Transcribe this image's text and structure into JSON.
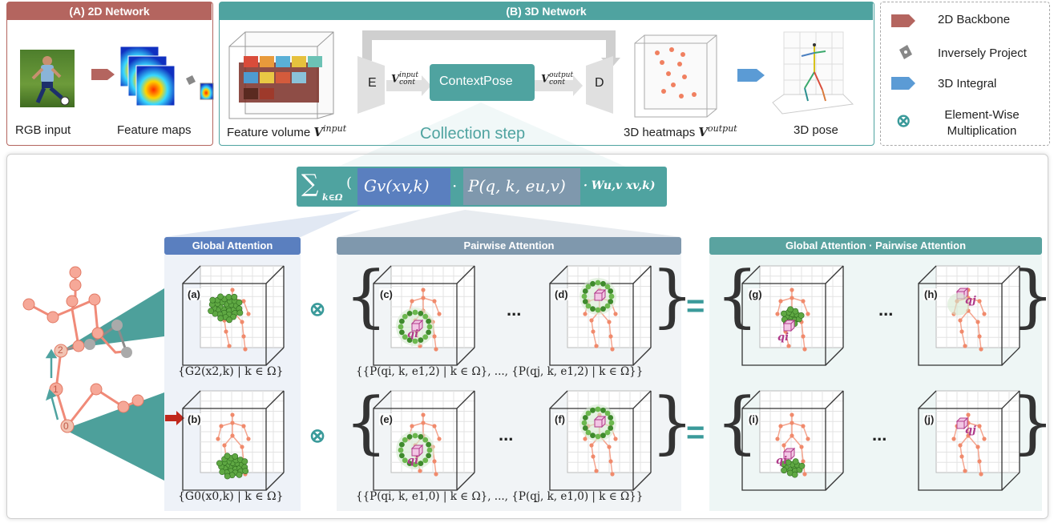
{
  "panels": {
    "a_title": "(A) 2D Network",
    "b_title": "(B) 3D Network"
  },
  "network2d": {
    "rgb_label": "RGB input",
    "feature_label": "Feature maps"
  },
  "network3d": {
    "volume_label": "Feature volume ",
    "volume_var": "V",
    "volume_sup": "input",
    "encoder": "E",
    "decoder": "D",
    "context_pose": "ContextPose",
    "v_in": "V",
    "v_in_sup": "input",
    "v_in_sub": "cont",
    "v_out": "V",
    "v_out_sup": "output",
    "v_out_sub": "cont",
    "heatmap_label": "3D heatmaps ",
    "heatmap_var": "V",
    "heatmap_sup": "output",
    "pose_label": "3D pose",
    "collection_step": "Collection step"
  },
  "legend": {
    "items": [
      {
        "label": "2D Backbone",
        "icon": "backbone-arrow-icon"
      },
      {
        "label": "Inversely Project",
        "icon": "inverse-project-icon"
      },
      {
        "label": "3D Integral",
        "icon": "integral-arrow-icon"
      },
      {
        "label": "Element-Wise Multiplication",
        "icon": "otimes-icon"
      }
    ],
    "colors": {
      "backbone": "#b4655f",
      "integral": "#5b9bd5",
      "otimes": "#3a9a9a"
    }
  },
  "formula": {
    "sum": "∑",
    "sum_sub": "k∈Ω",
    "open": "(",
    "g_term": "Gv(xv,k)",
    "dot1": "·",
    "p_term": "P(q, k, eu,v)",
    "w_term": "· Wu,v xv,k)"
  },
  "sections": {
    "global": "Global Attention",
    "pairwise": "Pairwise Attention",
    "combined": "Global Attention · Pairwise Attention"
  },
  "colors": {
    "global": "#5a7fbf",
    "pairwise": "#7f98ad",
    "combined": "#5aa3a0",
    "teal": "#4fa3a0"
  },
  "skeleton": {
    "joint0": "0",
    "joint1": "1",
    "joint2": "2"
  },
  "panels_row1": {
    "a": "(a)",
    "c": "(c)",
    "d": "(d)",
    "g": "(g)",
    "h": "(h)",
    "caption_a": "{G2(x2,k) | k ∈ Ω}",
    "caption_cd": "{{P(qi, k, e1,2) | k ∈ Ω}, ..., {P(qj, k, e1,2) | k ∈ Ω}}"
  },
  "panels_row2": {
    "b": "(b)",
    "e": "(e)",
    "f": "(f)",
    "i": "(i)",
    "j": "(j)",
    "caption_b": "{G0(x0,k) | k ∈ Ω}",
    "caption_ef": "{{P(qi, k, e1,0) | k ∈ Ω}, ..., {P(qj, k, e1,0) | k ∈ Ω}}"
  },
  "symbols": {
    "otimes": "⊗",
    "equals": "=",
    "ellipsis": "...",
    "qi": "qi",
    "qj": "qj"
  }
}
